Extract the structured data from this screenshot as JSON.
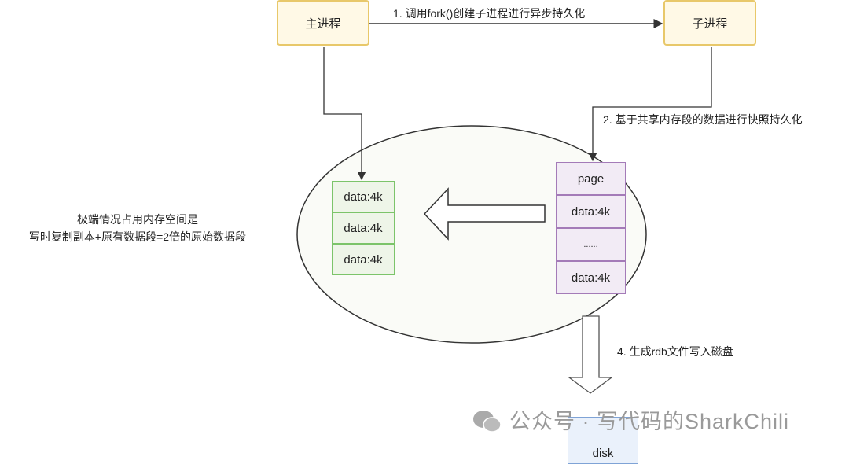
{
  "nodes": {
    "main_process": "主进程",
    "child_process": "子进程",
    "disk": "disk"
  },
  "edges": {
    "step1": "1. 调用fork()创建子进程进行异步持久化",
    "step2": "2. 基于共享内存段的数据进行快照持久化",
    "step4": "4. 生成rdb文件写入磁盘"
  },
  "copy_pages": [
    "data:4k",
    "data:4k",
    "data:4k"
  ],
  "shared_pages": [
    "page",
    "data:4k",
    "......",
    "data:4k"
  ],
  "note": {
    "line1": "极端情况占用内存空间是",
    "line2": "写时复制副本+原有数据段=2倍的原始数据段"
  },
  "watermark": "公众号 · 写代码的SharkChili"
}
